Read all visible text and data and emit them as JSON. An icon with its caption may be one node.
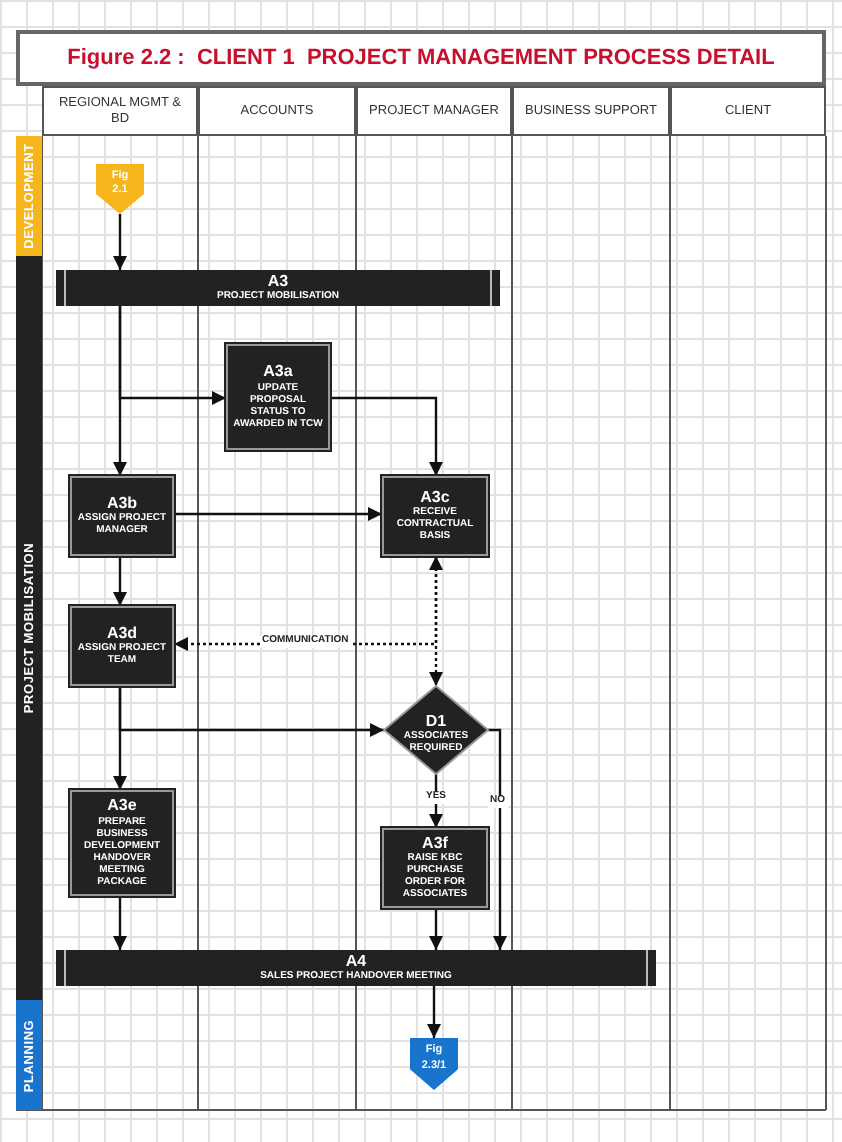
{
  "diagram": {
    "title": "Figure 2.2 :  CLIENT 1  PROJECT MANAGEMENT PROCESS DETAIL",
    "nodes": [
      {
        "text": [
          "REGIONAL MGMT & BD"
        ]
      },
      {
        "text": [
          "ACCOUNTS"
        ]
      },
      {
        "text": [
          "PROJECT MANAGER"
        ]
      },
      {
        "text": [
          "BUSINESS SUPPORT"
        ]
      },
      {
        "text": [
          "CLIENT"
        ]
      },
      {
        "text": [
          "DEVELOPMENT"
        ]
      },
      {
        "text": [
          "PROJECT MOBILISATION"
        ]
      },
      {
        "text": [
          "PLANNING"
        ]
      },
      {
        "text": [
          "Fig 2.1"
        ]
      },
      {
        "text": [
          "A3",
          "PROJECT MOBILISATION"
        ]
      },
      {
        "text": [
          "A3a",
          "UPDATE PROPOSAL STATUS TO AWARDED IN TCW"
        ]
      },
      {
        "text": [
          "A3b",
          "ASSIGN PROJECT MANAGER"
        ]
      },
      {
        "text": [
          "A3c",
          "RECEIVE CONTRACTUAL BASIS"
        ]
      },
      {
        "text": [
          "A3d",
          "ASSIGN PROJECT TEAM"
        ]
      },
      {
        "text": [
          "D1",
          "ASSOCIATES REQUIRED"
        ]
      },
      {
        "text": [
          "A3e",
          "PREPARE BUSINESS DEVELOPMENT HANDOVER MEETING PACKAGE"
        ]
      },
      {
        "text": [
          "A3f",
          "RAISE KBC PURCHASE ORDER FOR ASSOCIATES"
        ]
      },
      {
        "text": [
          "A4",
          "SALES PROJECT HANDOVER MEETING"
        ]
      },
      {
        "text": [
          "Fig 2.3/1"
        ]
      }
    ],
    "edges": [
      {
        "from": 8,
        "to": 9,
        "arrow": "to"
      },
      {
        "from": 9,
        "to": 11,
        "arrow": "to"
      },
      {
        "from": 9,
        "to": 10,
        "arrow": "to"
      },
      {
        "from": 10,
        "to": 12,
        "arrow": "to"
      },
      {
        "from": 11,
        "to": 12,
        "arrow": "to"
      },
      {
        "from": 11,
        "to": 13,
        "arrow": "to"
      },
      {
        "from": 12,
        "to": 14,
        "arrow": "both",
        "style": "dashed"
      },
      {
        "from": 12,
        "to": 13,
        "arrow": "to",
        "style": "dashed",
        "label": "COMMUNICATION"
      },
      {
        "from": 13,
        "to": 15,
        "arrow": "to"
      },
      {
        "from": 13,
        "to": 14,
        "arrow": "to"
      },
      {
        "from": 14,
        "to": 16,
        "arrow": "to",
        "label": "YES"
      },
      {
        "from": 14,
        "to": 17,
        "arrow": "to",
        "label": "NO"
      },
      {
        "from": 15,
        "to": 17,
        "arrow": "to"
      },
      {
        "from": 16,
        "to": 17,
        "arrow": "to"
      },
      {
        "from": 17,
        "to": 18,
        "arrow": "to"
      }
    ]
  }
}
